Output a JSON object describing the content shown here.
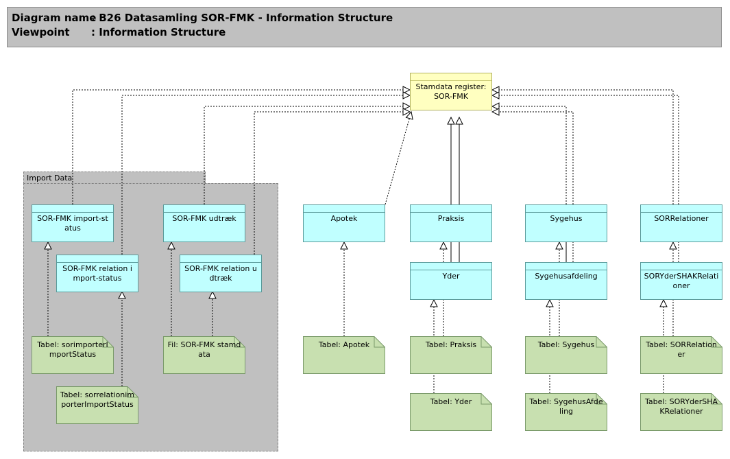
{
  "header": {
    "diagram_name_label": "Diagram name",
    "diagram_name_value": ": B26 Datasamling SOR-FMK - Information Structure",
    "viewpoint_label": "Viewpoint",
    "viewpoint_value": ": Information Structure"
  },
  "group": {
    "label": "Import Data"
  },
  "nodes": {
    "register": "Stamdata register: SOR-FMK",
    "import_status": "SOR-FMK import-status",
    "udtraek": "SOR-FMK udtræk",
    "relation_import_status": "SOR-FMK relation import-status",
    "relation_udtraek": "SOR-FMK relation udtræk",
    "apotek": "Apotek",
    "praksis": "Praksis",
    "sygehus": "Sygehus",
    "sorrelationer": "SORRelationer",
    "yder": "Yder",
    "sygehusafdeling": "Sygehusafdeling",
    "soryder": "SORYderSHAKRelationer"
  },
  "artifacts": {
    "t_import_status": "Tabel: sorimporterImportStatus",
    "t_relation_import": "Tabel: sorrelationimporterImportStatus",
    "f_stamdata": "Fil: SOR-FMK stamdata",
    "t_apotek": "Tabel: Apotek",
    "t_praksis": "Tabel: Praksis",
    "t_yder": "Tabel: Yder",
    "t_sygehus": "Tabel: Sygehus",
    "t_sygehusafdeling": "Tabel: SygehusAfdeling",
    "t_sorrelationer": "Tabel: SORRelationer",
    "t_soryder": "Tabel: SORYderSHAKRelationer"
  },
  "colors": {
    "component_fill": "#c0ffff",
    "register_fill": "#ffffc0",
    "artifact_fill": "#c8e0b0",
    "group_fill": "#c0c0c0",
    "header_fill": "#c0c0c0"
  }
}
